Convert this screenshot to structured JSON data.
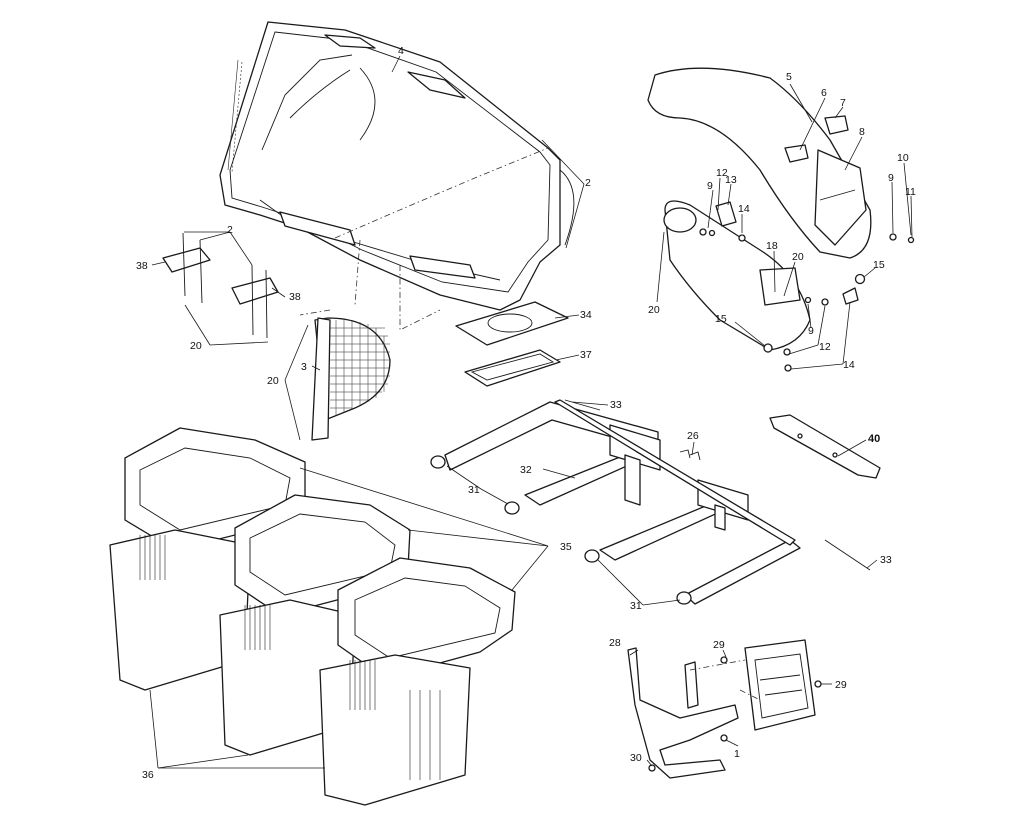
{
  "callouts": {
    "c1": "1",
    "c2a": "2",
    "c2b": "2",
    "c3": "3",
    "c4": "4",
    "c5": "5",
    "c6": "6",
    "c7": "7",
    "c8": "8",
    "c9a": "9",
    "c9b": "9",
    "c9c": "9",
    "c10": "10",
    "c11": "11",
    "c12a": "12",
    "c12b": "12",
    "c13": "13",
    "c14a": "14",
    "c14b": "14",
    "c15a": "15",
    "c15b": "15",
    "c18": "18",
    "c20a": "20",
    "c20b": "20",
    "c20c": "20",
    "c20d": "20",
    "c26": "26",
    "c28": "28",
    "c29a": "29",
    "c29b": "29",
    "c30": "30",
    "c31a": "31",
    "c31b": "31",
    "c32": "32",
    "c33a": "33",
    "c33b": "33",
    "c34": "34",
    "c35": "35",
    "c36": "36",
    "c37": "37",
    "c38a": "38",
    "c38b": "38",
    "c40": "40"
  }
}
